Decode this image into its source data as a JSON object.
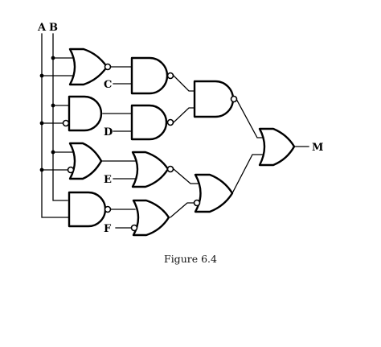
{
  "figure": {
    "caption": "Figure 6.4",
    "labels": {
      "a": "A",
      "b": "B",
      "c": "C",
      "d": "D",
      "e": "E",
      "f": "F",
      "m": "M"
    }
  }
}
